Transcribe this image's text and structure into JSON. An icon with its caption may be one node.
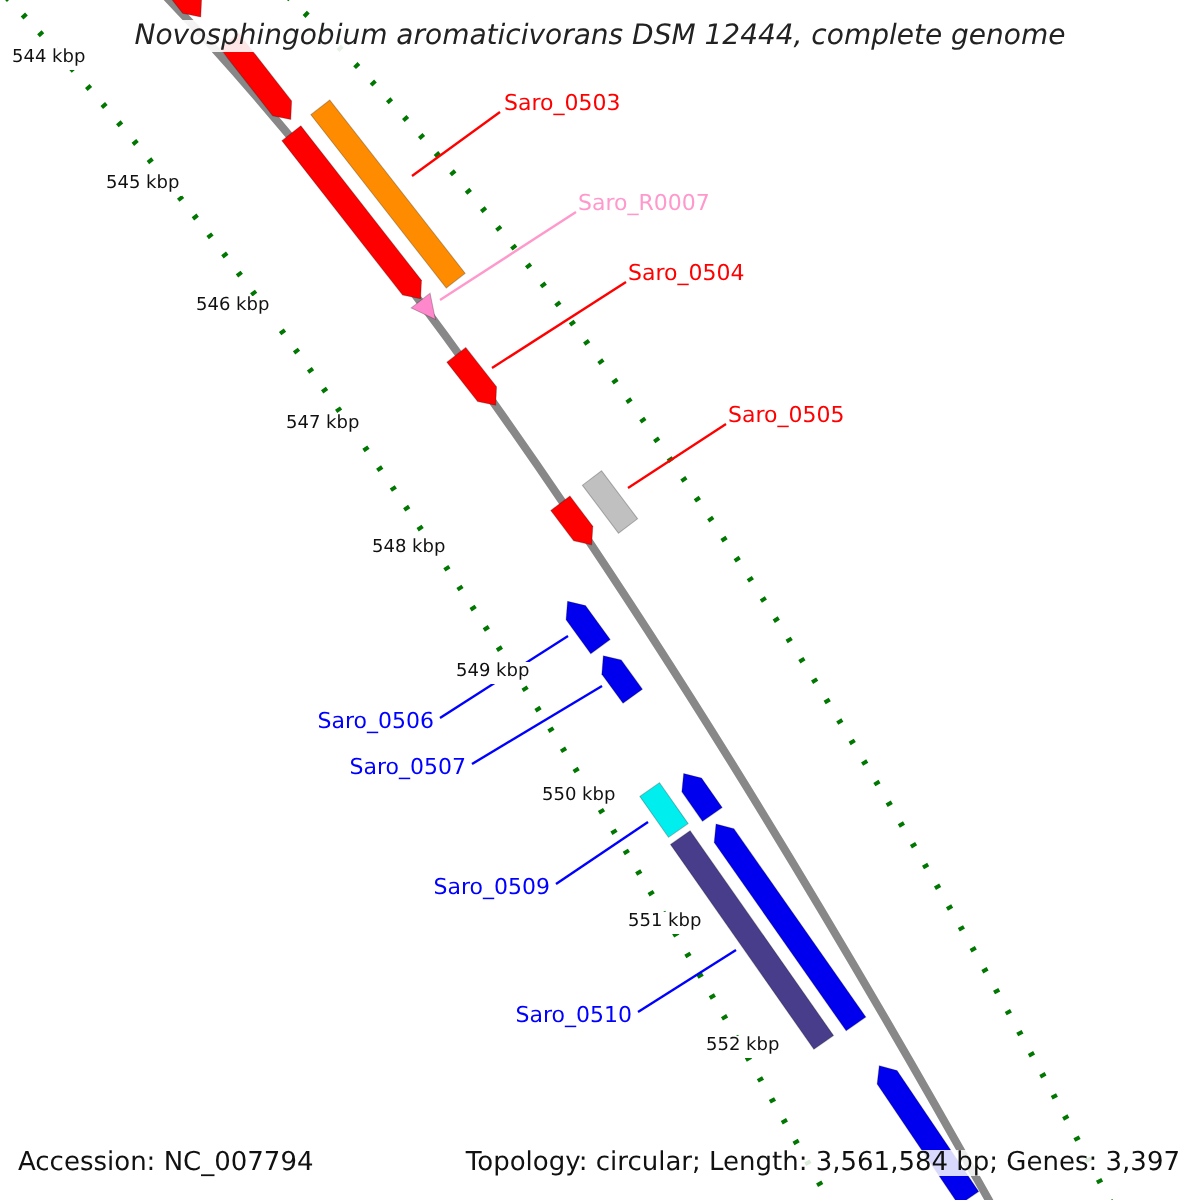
{
  "diagram": {
    "title": "Novosphingobium aromaticivorans DSM 12444, complete genome",
    "nodes": [
      {
        "text": [],
        "shape": "arrow"
      },
      {
        "text": [],
        "shape": "arrow"
      },
      {
        "text": [
          "Saro_0503"
        ]
      },
      {
        "text": [],
        "shape": "bar"
      },
      {
        "text": [],
        "shape": "arrow"
      },
      {
        "text": [
          "Saro_R0007"
        ]
      },
      {
        "text": [
          "Saro_0504"
        ]
      },
      {
        "text": [],
        "shape": "triangle"
      },
      {
        "text": [],
        "shape": "arrow"
      },
      {
        "text": [
          "Saro_0505"
        ]
      },
      {
        "text": [],
        "shape": "bar"
      },
      {
        "text": [],
        "shape": "arrow"
      },
      {
        "text": [],
        "shape": "arrow"
      },
      {
        "text": [],
        "shape": "arrow"
      },
      {
        "text": [
          "Saro_0506"
        ]
      },
      {
        "text": [
          "Saro_0507"
        ]
      },
      {
        "text": [],
        "shape": "arrow"
      },
      {
        "text": [],
        "shape": "bar"
      },
      {
        "text": [
          "Saro_0509"
        ]
      },
      {
        "text": [],
        "shape": "arrow"
      },
      {
        "text": [],
        "shape": "bar"
      },
      {
        "text": [
          "Saro_0510"
        ]
      },
      {
        "text": [],
        "shape": "arrow"
      }
    ],
    "edges": [
      {
        "from": 2,
        "to": 3,
        "arrow": "none",
        "color": "#ff0000"
      },
      {
        "from": 5,
        "to": 7,
        "arrow": "none",
        "color": "#ff99cc"
      },
      {
        "from": 6,
        "to": 8,
        "arrow": "none",
        "color": "#ff0000"
      },
      {
        "from": 9,
        "to": 10,
        "arrow": "none",
        "color": "#ff0000"
      },
      {
        "from": 14,
        "to": 12,
        "arrow": "none",
        "color": "#0000ff"
      },
      {
        "from": 15,
        "to": 13,
        "arrow": "none",
        "color": "#0000ff"
      },
      {
        "from": 18,
        "to": 17,
        "arrow": "none",
        "color": "#0000ff"
      },
      {
        "from": 21,
        "to": 20,
        "arrow": "none",
        "color": "#0000ff"
      }
    ],
    "labels": [
      "544 kbp",
      "545 kbp",
      "546 kbp",
      "547 kbp",
      "548 kbp",
      "549 kbp",
      "550 kbp",
      "551 kbp",
      "552 kbp",
      "Accession: NC_007794",
      "Topology: circular; Length: 3,561,584 bp; Genes: 3,397"
    ]
  }
}
